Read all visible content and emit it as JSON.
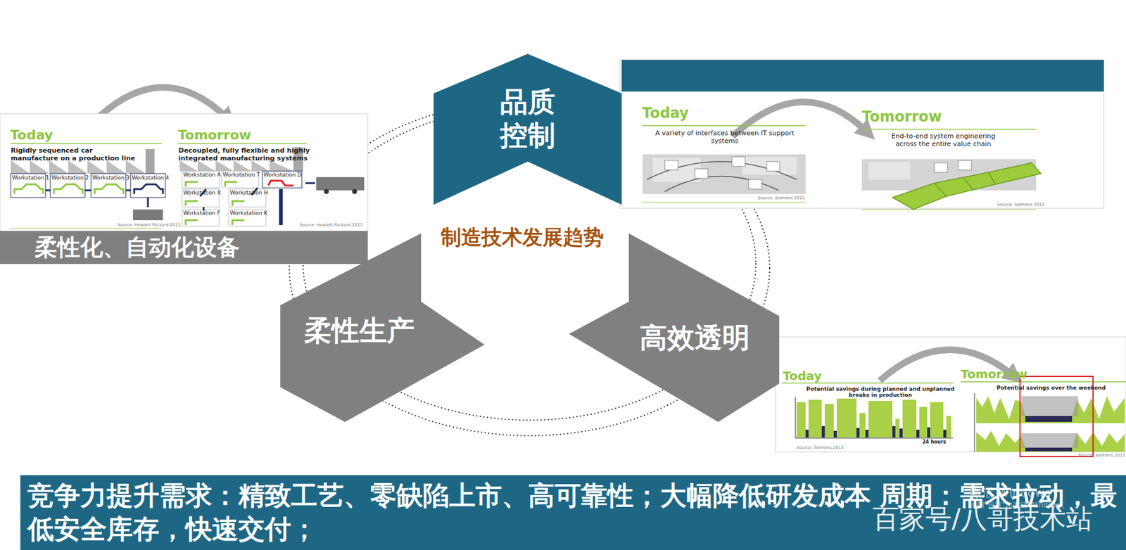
{
  "diagram": {
    "title": "制造技术发展趋势",
    "nodes": [
      {
        "text": [
          "品质 控制"
        ]
      },
      {
        "text": [
          "柔性化、自动化设备"
        ]
      },
      {
        "text": [
          "柔性生产"
        ]
      },
      {
        "text": [
          "高效透明"
        ]
      },
      {
        "text": [
          "竞争力提升需求：精致工艺、零缺陷上市、高可靠性；大幅降低研发成本 周期：需求拉动，最低安全库存，快速交付；"
        ]
      }
    ],
    "labels": [
      "Today",
      "Rigidly sequenced car manufacture on a production line",
      "Workstation 1",
      "Workstation 2",
      "Workstation 3",
      "Workstation 4",
      "Source: Hewlett Packard 2013",
      "Tomorrow",
      "Decoupled, fully flexible and highly integrated manufacturing systems",
      "Workstation A",
      "Workstation T",
      "Workstation D",
      "Workstation X",
      "Workstation H",
      "Workstation F",
      "Workstation K",
      "Source: Hewlett Packard 2013",
      "Today",
      "A variety of interfaces between IT support systems",
      "Source: Siemens 2013",
      "Tomorrow",
      "End-to-end system engineering across the entire value chain",
      "Source: Siemens 2013",
      "Today",
      "Potential savings during planned and unplanned breaks in production",
      "24 hours",
      "Source: Siemens 2013",
      "Tomorrow",
      "Potential savings over the weekend",
      "Source: Siemens 2013",
      "激活 Windows",
      "转到“设置”以激活 Windows。",
      "百家号/八哥技术站"
    ]
  }
}
